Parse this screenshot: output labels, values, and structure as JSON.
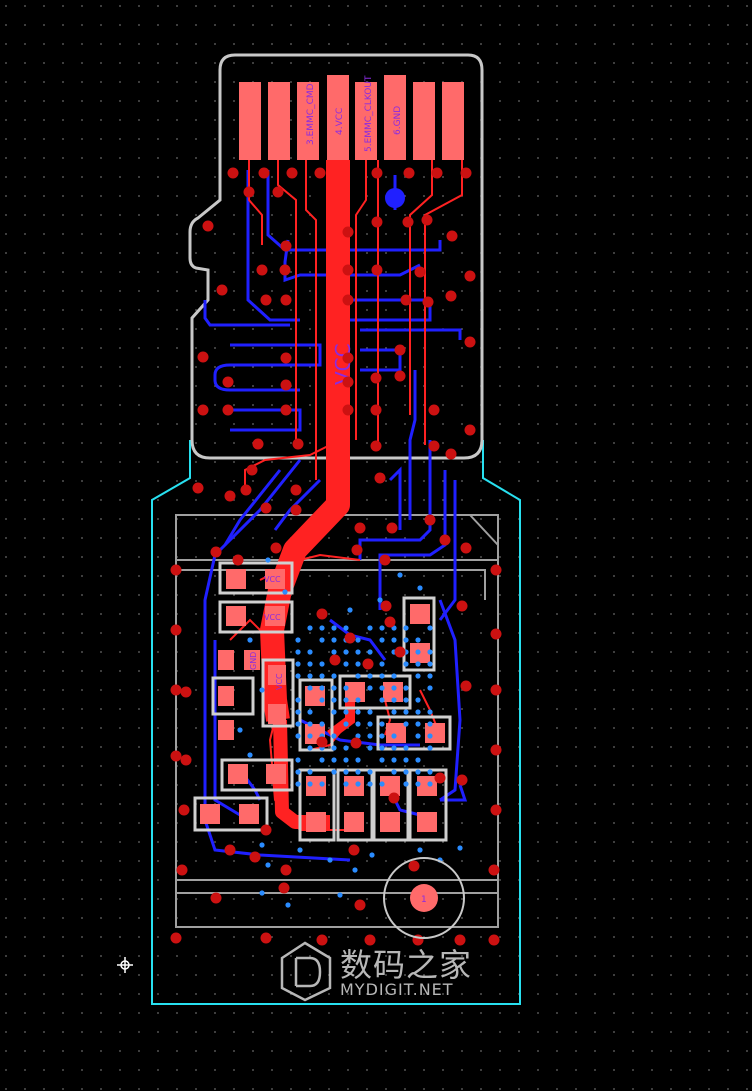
{
  "pcb": {
    "pin_labels": [
      "3.EMMC_CMD",
      "4.VCC",
      "5.EMMC_CLKOUT",
      "6.GND"
    ],
    "net_label": "VCC",
    "pad_labels": [
      "VCC",
      "VCC",
      "GND",
      "VCC"
    ],
    "test_pad_label": "1"
  },
  "watermark": {
    "cn": "数码之家",
    "en": "MYDIGIT.NET"
  },
  "colors": {
    "background": "#000000",
    "top_copper": "#ff2222",
    "pad": "#ff6a6a",
    "bottom_copper": "#2020ff",
    "via": "#cc1111",
    "small_via": "#2a8cff",
    "outline": "#c8c8c8",
    "board_edge": "#28e0f0",
    "grid": "#6a6a6a"
  },
  "icons": [
    "origin-crosshair-icon",
    "logo-d-icon"
  ]
}
